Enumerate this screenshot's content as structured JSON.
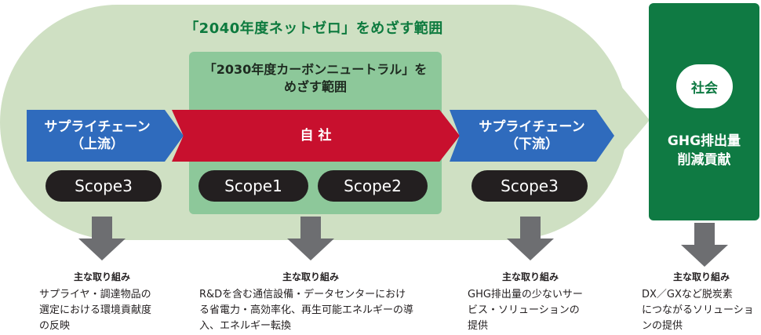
{
  "scope_2040_title": "「2040年度ネットゼロ」をめざす範囲",
  "scope_2030_title_line1": "「2030年度カーボンニュートラル」を",
  "scope_2030_title_line2": "めざす範囲",
  "upstream": {
    "line1": "サプライチェーン",
    "line2": "（上流）",
    "scope": "Scope3"
  },
  "company": {
    "label": "自 社",
    "scope_a": "Scope1",
    "scope_b": "Scope2"
  },
  "downstream": {
    "line1": "サプライチェーン",
    "line2": "（下流）",
    "scope": "Scope3"
  },
  "society": {
    "circle": "社会",
    "line1": "GHG排出量",
    "line2": "削減貢献"
  },
  "efforts": [
    {
      "title": "主な取り組み",
      "lines": [
        "サプライヤ・調達物品の",
        "選定における環境貢献度",
        "の反映"
      ]
    },
    {
      "title": "主な取り組み",
      "lines": [
        "R&Dを含む通信設備・データセンターにおけ",
        "る省電力・高効率化、再生可能エネルギーの導",
        "入、エネルギー転換"
      ]
    },
    {
      "title": "主な取り組み",
      "lines": [
        "GHG排出量の少ないサー",
        "ビス・ソリューションの",
        "提供"
      ]
    },
    {
      "title": "主な取り組み",
      "lines": [
        "DX／GXなど脱炭素",
        "につながるソリューショ",
        "ンの提供"
      ]
    }
  ],
  "colors": {
    "outer_bg": "#cfe0c3",
    "inner_bg": "#8dc89a",
    "blue": "#2f6bbd",
    "red": "#c8102e",
    "green": "#0f7a43",
    "arrow_gray": "#6d6e71"
  }
}
